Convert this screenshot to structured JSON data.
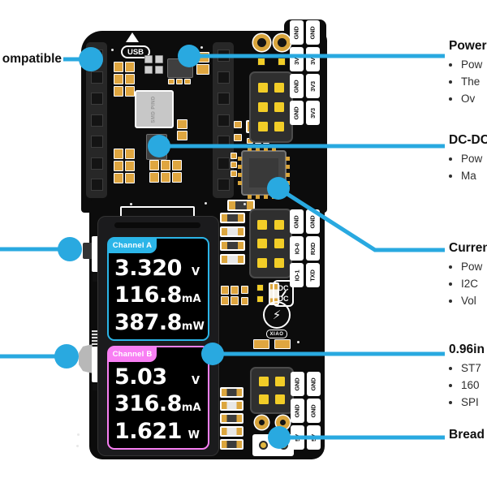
{
  "annotations": {
    "accent": "#29a9e0",
    "left_label": "ompatible",
    "right": [
      {
        "title": "Power",
        "items": [
          "Pow",
          "The",
          "Ov"
        ]
      },
      {
        "title": "DC-DC",
        "items": [
          "Pow",
          "Ma"
        ]
      },
      {
        "title": "Current",
        "items": [
          "Pow",
          "I2C",
          "Vol"
        ]
      },
      {
        "title": "0.96in",
        "items": [
          "ST7",
          "160",
          "SPI"
        ]
      },
      {
        "title": "Bread",
        "items": []
      }
    ]
  },
  "board": {
    "usb": "USB",
    "inductor": "SMD PIND",
    "dcdc_line1": "DC",
    "dcdc_line2": "DC",
    "xiao": "XIAO",
    "pins": {
      "tr_in": [
        "GND",
        "3V3",
        "GND",
        "GND"
      ],
      "tr_out": [
        "GND",
        "3V3",
        "3V3",
        "3V3"
      ],
      "mr_in": [
        "GND",
        "IO-0",
        "IO-1"
      ],
      "mr_out": [
        "GND",
        "RXD",
        "TXD"
      ],
      "br_in": [
        "GND",
        "GND",
        "5V"
      ],
      "br_out": [
        "GND",
        "GND",
        "5V"
      ]
    },
    "screen_a": {
      "name": "Channel A",
      "accent": "#2bb5e8",
      "r1v": "3.320",
      "r1u": "V",
      "r2v": "116.8",
      "r2u": "mA",
      "r3v": "387.8",
      "r3u": "mW"
    },
    "screen_b": {
      "name": "Channel B",
      "accent": "#f87ff3",
      "r1v": "5.03",
      "r1u": "V",
      "r2v": "316.8",
      "r2u": "mA",
      "r3v": "1.621",
      "r3u": "W"
    }
  }
}
